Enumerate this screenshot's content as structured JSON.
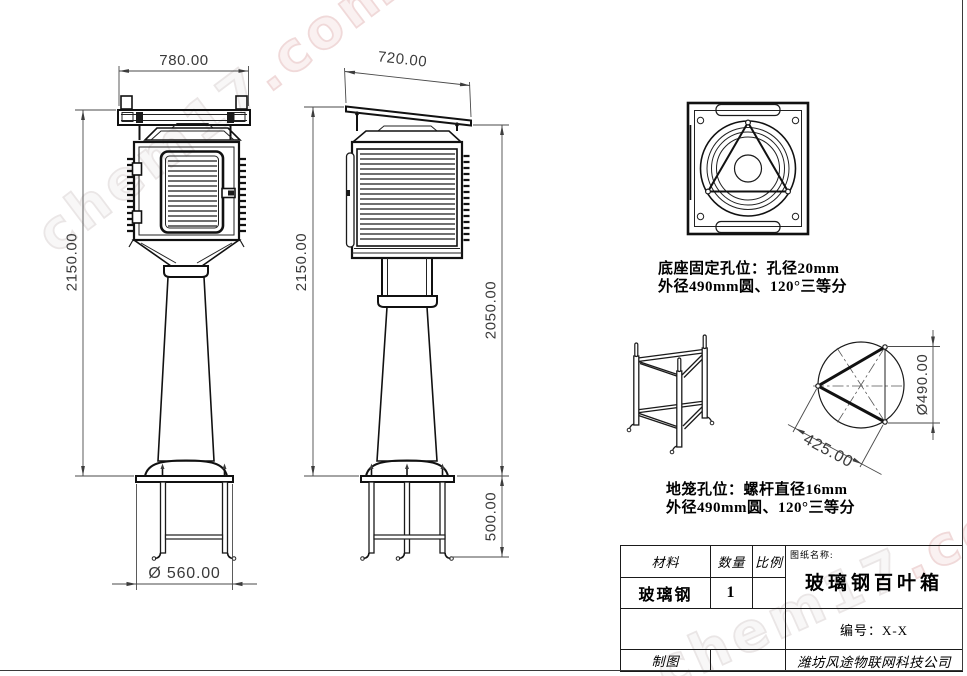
{
  "watermark": {
    "part1": "chem17",
    "part2": ".com"
  },
  "views": {
    "front": {
      "width_dim": "780.00",
      "height_dim": "2150.00",
      "base_dim": "Ø 560.00"
    },
    "side": {
      "width_dim": "720.00",
      "height_dim": "2150.00",
      "body_height_dim": "2050.00",
      "stand_height_dim": "500.00"
    },
    "bolt_circle": {
      "pitch_dim": "425.00",
      "diameter_dim": "Ø490.00"
    }
  },
  "notes": {
    "base_line1": "底座固定孔位：孔径20mm",
    "base_line2": "外径490mm圆、120°三等分",
    "cage_line1": "地笼孔位：螺杆直径16mm",
    "cage_line2": "外径490mm圆、120°三等分"
  },
  "title_block": {
    "material_label": "材料",
    "quantity_label": "数量",
    "scale_label": "比例",
    "material_value": "玻璃钢",
    "quantity_value": "1",
    "scale_value": "",
    "name_label": "图纸名称:",
    "drawing_name": "玻璃钢百叶箱",
    "number": "编号：X-X",
    "drafter_label": "制图",
    "drafter_value": "",
    "company": "潍坊风途物联网科技公司"
  }
}
